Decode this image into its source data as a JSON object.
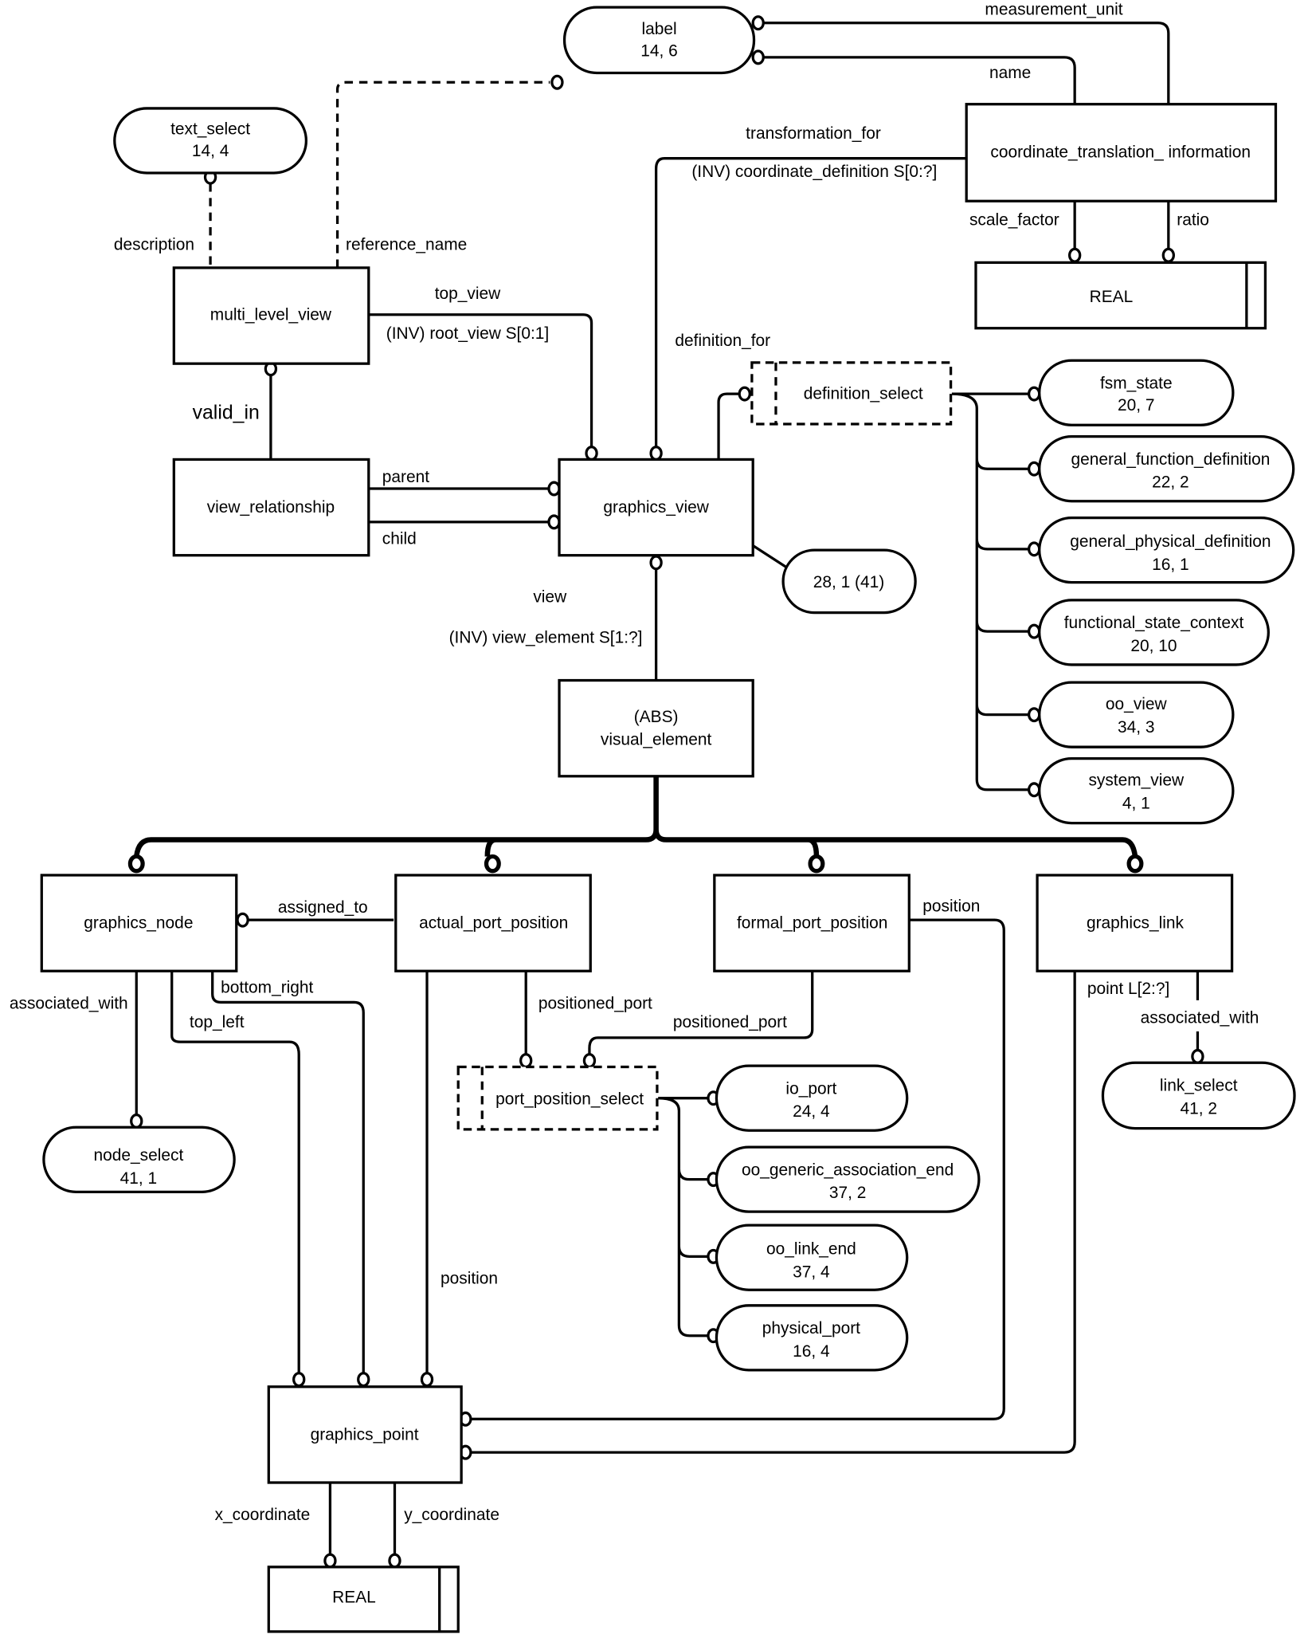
{
  "diagram": {
    "entities": {
      "label": {
        "name": "label",
        "ref": "14, 6"
      },
      "text_select": {
        "name": "text_select",
        "ref": "14, 4"
      },
      "coordinate_translation_information": {
        "name": "coordinate_translation_ information"
      },
      "real_top": {
        "name": "REAL"
      },
      "multi_level_view": {
        "name": "multi_level_view"
      },
      "view_relationship": {
        "name": "view_relationship"
      },
      "graphics_view": {
        "name": "graphics_view"
      },
      "page_ref": {
        "name": "28, 1 (41)"
      },
      "definition_select": {
        "name": "definition_select"
      },
      "fsm_state": {
        "name": "fsm_state",
        "ref": "20, 7"
      },
      "general_function_definition": {
        "name": "general_function_definition",
        "ref": "22, 2"
      },
      "general_physical_definition": {
        "name": "general_physical_definition",
        "ref": "16, 1"
      },
      "functional_state_context": {
        "name": "functional_state_context",
        "ref": "20, 10"
      },
      "oo_view": {
        "name": "oo_view",
        "ref": "34, 3"
      },
      "system_view": {
        "name": "system_view",
        "ref": "4, 1"
      },
      "visual_element": {
        "abs": "(ABS)",
        "name": "visual_element"
      },
      "graphics_node": {
        "name": "graphics_node"
      },
      "actual_port_position": {
        "name": "actual_port_position"
      },
      "formal_port_position": {
        "name": "formal_port_position"
      },
      "graphics_link": {
        "name": "graphics_link"
      },
      "node_select": {
        "name": "node_select",
        "ref": "41, 1"
      },
      "port_position_select": {
        "name": "port_position_select"
      },
      "io_port": {
        "name": "io_port",
        "ref": "24, 4"
      },
      "oo_generic_association_end": {
        "name": "oo_generic_association_end",
        "ref": "37, 2"
      },
      "oo_link_end": {
        "name": "oo_link_end",
        "ref": "37, 4"
      },
      "physical_port": {
        "name": "physical_port",
        "ref": "16, 4"
      },
      "link_select": {
        "name": "link_select",
        "ref": "41, 2"
      },
      "graphics_point": {
        "name": "graphics_point"
      },
      "real_bottom": {
        "name": "REAL"
      }
    },
    "relations": {
      "measurement_unit": "measurement_unit",
      "name": "name",
      "transformation_for": "transformation_for",
      "coordinate_definition": "(INV) coordinate_definition S[0:?]",
      "scale_factor": "scale_factor",
      "ratio": "ratio",
      "description": "description",
      "reference_name": "reference_name",
      "top_view": "top_view",
      "root_view": "(INV) root_view S[0:1]",
      "definition_for": "definition_for",
      "valid_in": "valid_in",
      "parent": "parent",
      "child": "child",
      "view": "view",
      "view_element": "(INV) view_element S[1:?]",
      "assigned_to": "assigned_to",
      "position_formal": "position",
      "associated_with_node": "associated_with",
      "bottom_right": "bottom_right",
      "top_left": "top_left",
      "positioned_port_actual": "positioned_port",
      "positioned_port_formal": "positioned_port",
      "point": "point L[2:?]",
      "associated_with_link": "associated_with",
      "position_actual": "position",
      "x_coordinate": "x_coordinate",
      "y_coordinate": "y_coordinate"
    }
  }
}
